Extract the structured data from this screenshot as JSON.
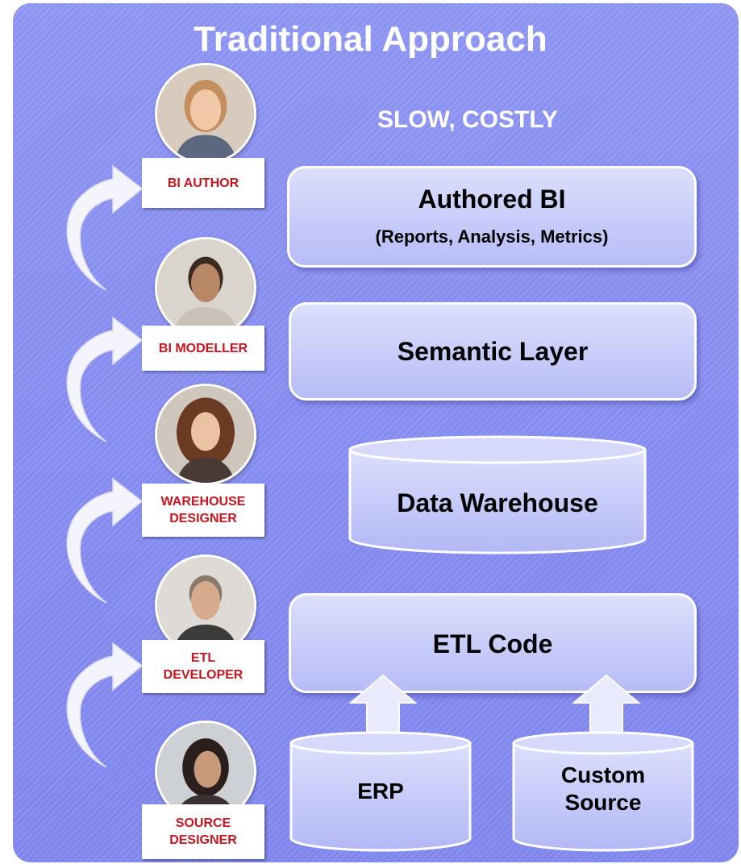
{
  "title": "Traditional Approach",
  "subtitle": "SLOW, COSTLY",
  "layers": {
    "authored_bi": {
      "title": "Authored BI",
      "subtitle": "(Reports, Analysis, Metrics)"
    },
    "semantic_layer": {
      "title": "Semantic Layer"
    },
    "data_warehouse": {
      "title": "Data Warehouse"
    },
    "etl_code": {
      "title": "ETL Code"
    },
    "erp": {
      "title": "ERP"
    },
    "custom_source": {
      "line1": "Custom",
      "line2": "Source"
    }
  },
  "roles": [
    {
      "line1": "BI AUTHOR",
      "line2": ""
    },
    {
      "line1": "BI MODELLER",
      "line2": ""
    },
    {
      "line1": "WAREHOUSE",
      "line2": "DESIGNER"
    },
    {
      "line1": "ETL",
      "line2": "DEVELOPER"
    },
    {
      "line1": "SOURCE",
      "line2": "DESIGNER"
    }
  ],
  "colors": {
    "panel": "#868df0",
    "layer_fill": "#c9cdfa",
    "role_text": "#c8141e",
    "title_text": "#ffffff"
  },
  "icons": {
    "avatar": "person-photo-icon",
    "progress": "curved-up-arrow-icon",
    "flow": "up-arrow-icon"
  }
}
